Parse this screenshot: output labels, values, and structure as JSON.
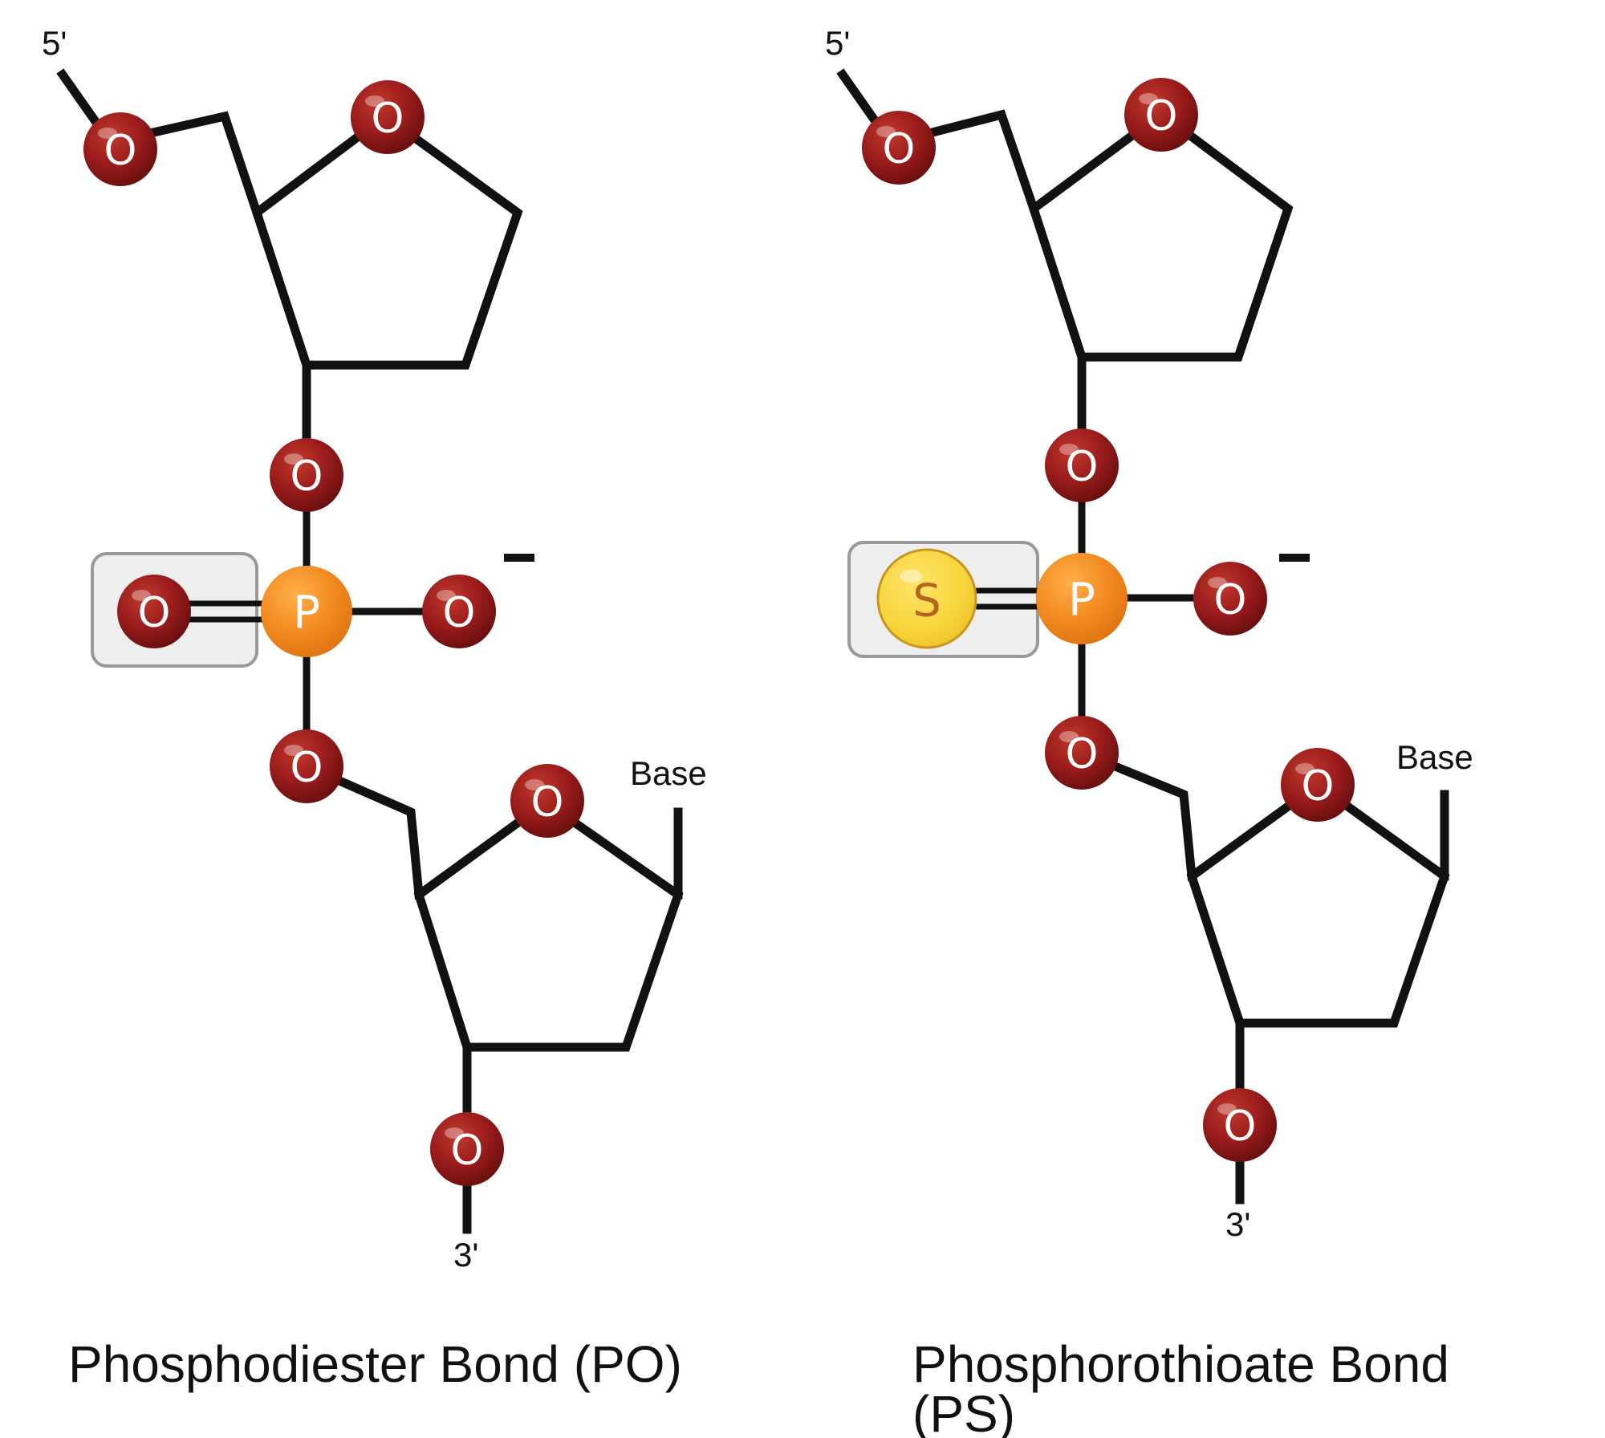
{
  "left_molecule": {
    "five_prime": "5'",
    "three_prime": "3'",
    "base": "Base",
    "charge": "-",
    "oxygen_symbol": "O",
    "phosphorus_symbol": "P",
    "caption": "Phosphodiester Bond (PO)"
  },
  "right_molecule": {
    "five_prime": "5'",
    "three_prime": "3'",
    "base": "Base",
    "charge": "-",
    "oxygen_symbol": "O",
    "phosphorus_symbol": "P",
    "sulfur_symbol": "S",
    "caption_line1": "Phosphorothioate Bond",
    "caption_line2": "(PS)"
  },
  "colors": {
    "oxygen": "#8b1a1a",
    "phosphorus": "#f28a20",
    "sulfur": "#f7d43a",
    "highlight_box": "#eeeeee",
    "bond": "#111111"
  }
}
